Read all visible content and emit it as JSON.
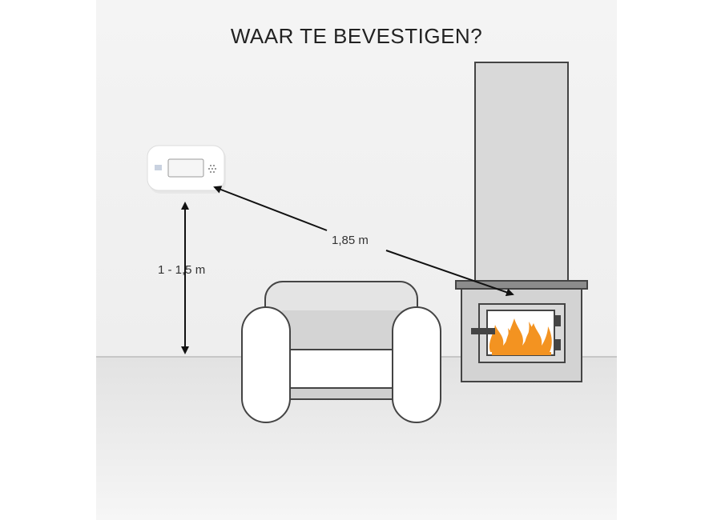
{
  "title": "WAAR TE BEVESTIGEN?",
  "labels": {
    "distance": "1,85 m",
    "height": "1 - 1,5 m"
  },
  "colors": {
    "wall": "#f2f2f2",
    "floor": "#e6e6e6",
    "chimney": "#d9d9d9",
    "stroke": "#444444",
    "flame": "#f39321",
    "detector": "#ffffff"
  },
  "icons": {
    "detector": "smoke-detector-icon",
    "armchair": "armchair-icon",
    "fireplace": "fireplace-icon",
    "flame": "flame-icon"
  }
}
